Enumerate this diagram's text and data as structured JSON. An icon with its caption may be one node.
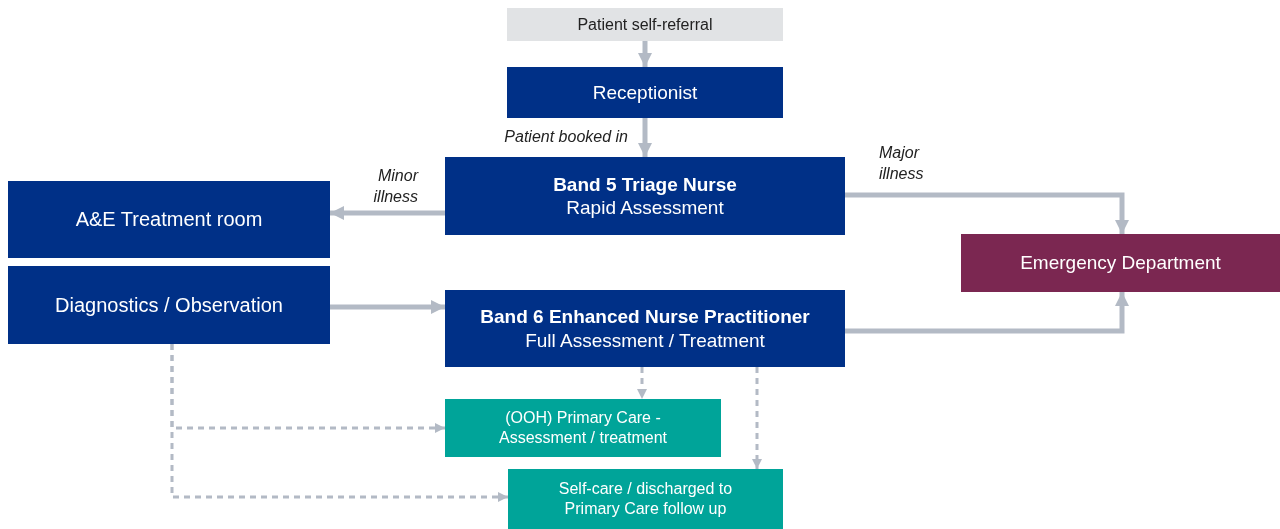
{
  "diagram": {
    "nodes": [
      {
        "text": [
          "Patient self-referral"
        ]
      },
      {
        "text": [
          "Receptionist"
        ]
      },
      {
        "text": [
          "Band 5 Triage Nurse",
          "Rapid Assessment"
        ]
      },
      {
        "text": [
          "A&E Treatment room"
        ]
      },
      {
        "text": [
          "Diagnostics / Observation"
        ]
      },
      {
        "text": [
          "Emergency Department"
        ]
      },
      {
        "text": [
          "Band 6 Enhanced Nurse Practitioner",
          "Full Assessment / Treatment"
        ]
      },
      {
        "text": [
          "(OOH) Primary Care - Assessment / treatment"
        ]
      },
      {
        "text": [
          "Self-care / discharged to Primary Care follow up"
        ]
      }
    ],
    "edges": [
      {
        "from": 0,
        "to": 1,
        "arrow": "to"
      },
      {
        "from": 1,
        "to": 2,
        "arrow": "to",
        "label": "Patient booked in"
      },
      {
        "from": 2,
        "to": 3,
        "arrow": "to",
        "label": "Minor illness"
      },
      {
        "from": 2,
        "to": 5,
        "arrow": "to",
        "label": "Major illness"
      },
      {
        "from": 4,
        "to": 6,
        "arrow": "to"
      },
      {
        "from": 6,
        "to": 5,
        "arrow": "to"
      },
      {
        "from": 6,
        "to": 7,
        "arrow": "to",
        "style": "dashed"
      },
      {
        "from": 6,
        "to": 8,
        "arrow": "to",
        "style": "dashed"
      },
      {
        "from": 4,
        "to": 7,
        "arrow": "to",
        "style": "dashed"
      },
      {
        "from": 4,
        "to": 8,
        "arrow": "to",
        "style": "dashed"
      }
    ]
  }
}
